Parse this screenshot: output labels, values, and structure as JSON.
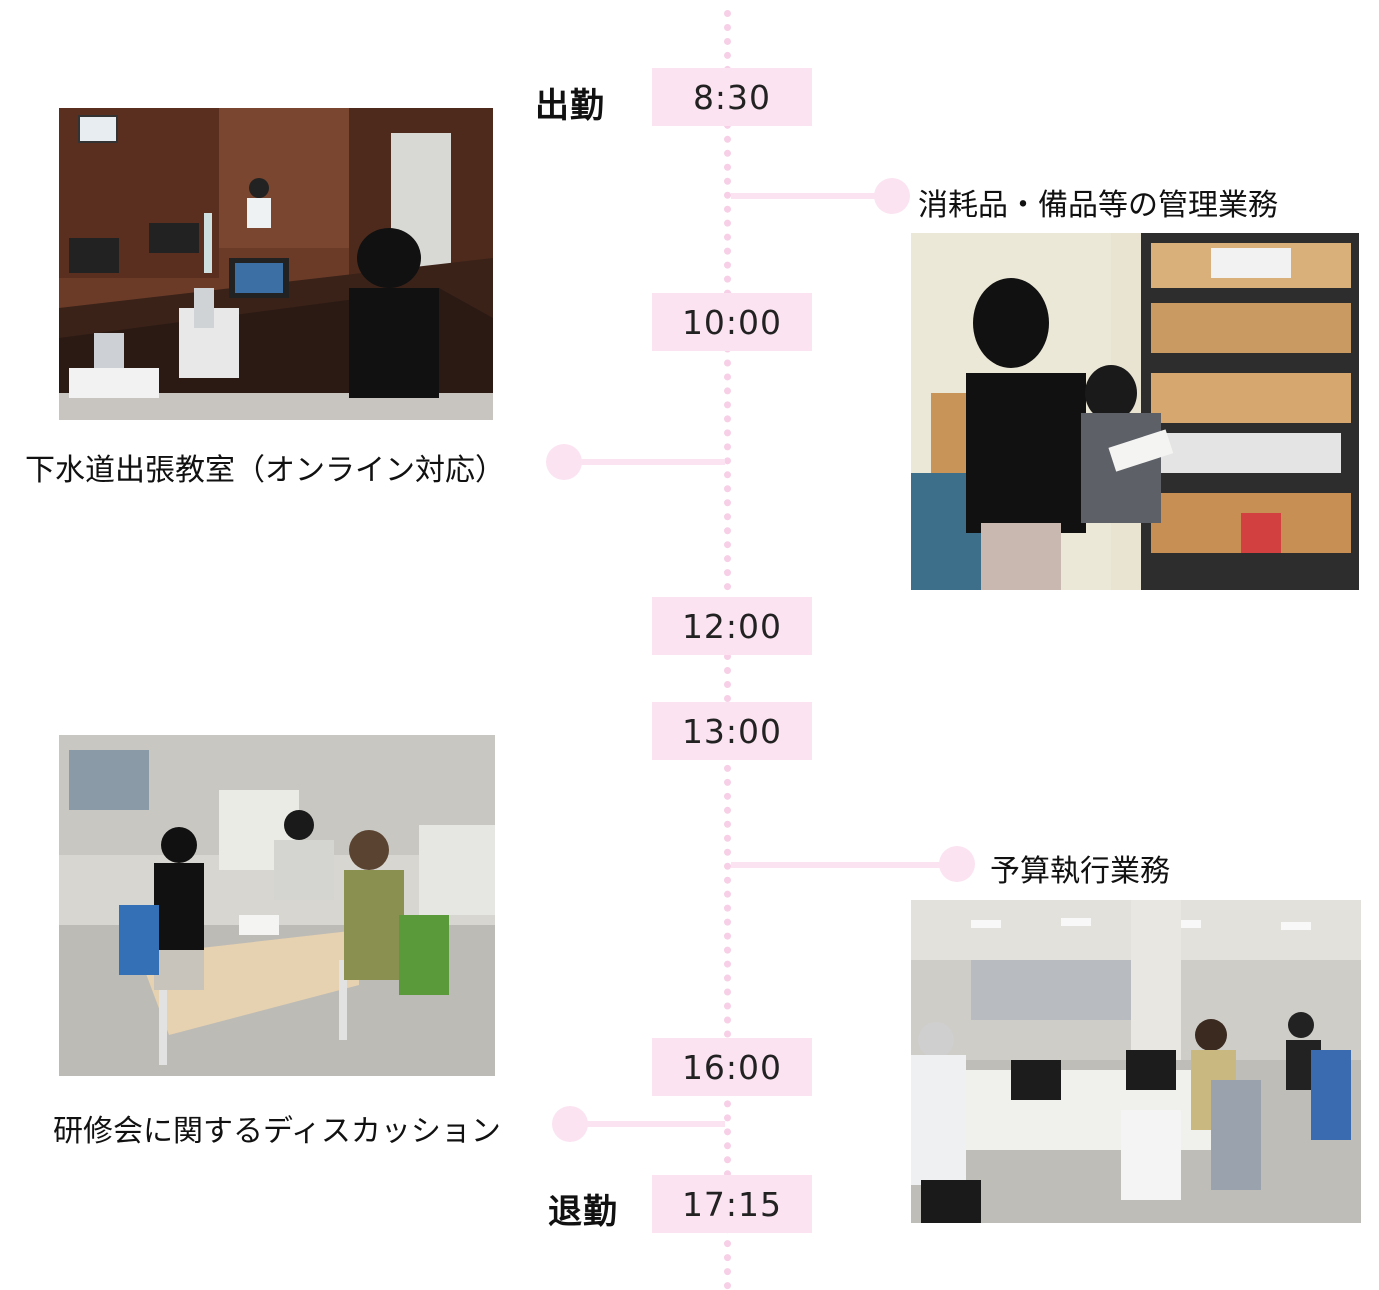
{
  "timeline": {
    "start": {
      "label": "出勤",
      "time": "8:30"
    },
    "end": {
      "label": "退勤",
      "time": "17:15"
    },
    "times": [
      "10:00",
      "12:00",
      "13:00",
      "16:00"
    ],
    "activities": [
      {
        "label": "消耗品・備品等の管理業務",
        "side": "right"
      },
      {
        "label": "下水道出張教室（オンライン対応）",
        "side": "left"
      },
      {
        "label": "予算執行業務",
        "side": "right"
      },
      {
        "label": "研修会に関するディスカッション",
        "side": "left"
      }
    ]
  },
  "colors": {
    "accent_pink": "#fbe3f1",
    "axis_pink": "#f7cfe6",
    "text": "#111111"
  }
}
